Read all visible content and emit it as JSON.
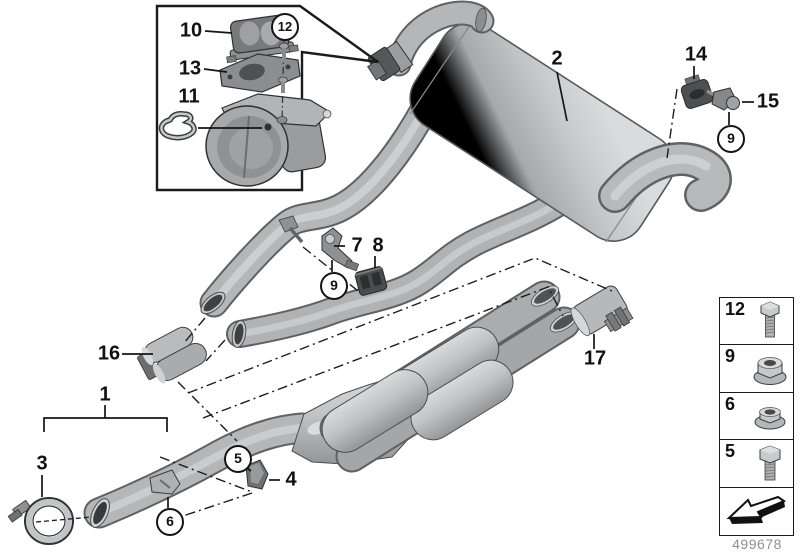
{
  "figure": {
    "type": "exhaust-system-parts-diagram",
    "part_number": "499678"
  },
  "labels": {
    "n1": "1",
    "n2": "2",
    "n3": "3",
    "n4": "4",
    "n7": "7",
    "n8": "8",
    "n10": "10",
    "n11": "11",
    "n13": "13",
    "n14": "14",
    "n15": "15",
    "n16": "16",
    "n17": "17"
  },
  "circled": {
    "c5": "5",
    "c6": "6",
    "c9_mid": "9",
    "c9_right": "9",
    "c12": "12"
  },
  "legend": {
    "rows": [
      {
        "label": "12",
        "icon": "hex-bolt-long-icon"
      },
      {
        "label": "9",
        "icon": "flange-nut-icon"
      },
      {
        "label": "6",
        "icon": "flange-nut-low-icon"
      },
      {
        "label": "5",
        "icon": "hex-bolt-short-icon"
      },
      {
        "label": "",
        "icon": "install-direction-arrow-icon"
      }
    ]
  },
  "colors": {
    "background": "#ffffff",
    "line": "#1a1a1a",
    "metal_light": "#dcdddf",
    "metal_mid": "#b7b9bb",
    "metal_dark": "#8e9092",
    "part_dark": "#4b4d4f",
    "label_text": "#111111",
    "part_number_text": "#8b9094"
  }
}
